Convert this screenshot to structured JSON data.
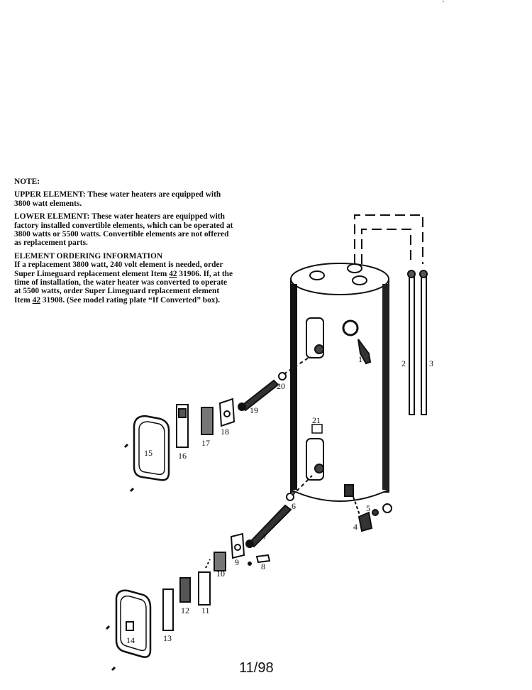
{
  "notes": {
    "heading": "NOTE:",
    "upper_label": "UPPER ELEMENT:",
    "upper_text": "These water heaters are equipped with 3800 watt elements.",
    "lower_label": "LOWER ELEMENT:",
    "lower_text": "These water heaters are equipped with factory installed convertible elements, which can be operated at 3800 watts or 5500 watts. Convertible elements are not offered as replacement parts.",
    "ordering_heading": "ELEMENT ORDERING INFORMATION",
    "ordering_text_1": "If a replacement 3800 watt, 240 volt element is needed, order Super Limeguard replacement element Item ",
    "item_code_1": "42",
    "ordering_text_2": " 31906. If, at the time of installation, the water heater was converted to operate at 5500 watts, order Super Limeguard replacement element Item ",
    "item_code_2": "42",
    "ordering_text_3": " 31908. (See model rating plate “If Converted” box)."
  },
  "part_labels": {
    "p1": "1",
    "p2": "2",
    "p3": "3",
    "p4": "4",
    "p5": "5",
    "p6": "6",
    "p7": "7",
    "p8": "8",
    "p9": "9",
    "p10": "10",
    "p11": "11",
    "p12": "12",
    "p13": "13",
    "p14": "14",
    "p15": "15",
    "p16": "16",
    "p17": "17",
    "p18": "18",
    "p19": "19",
    "p20": "20",
    "p21": "21"
  },
  "footer": {
    "date_code": "11/98"
  },
  "corner_mark": "'"
}
